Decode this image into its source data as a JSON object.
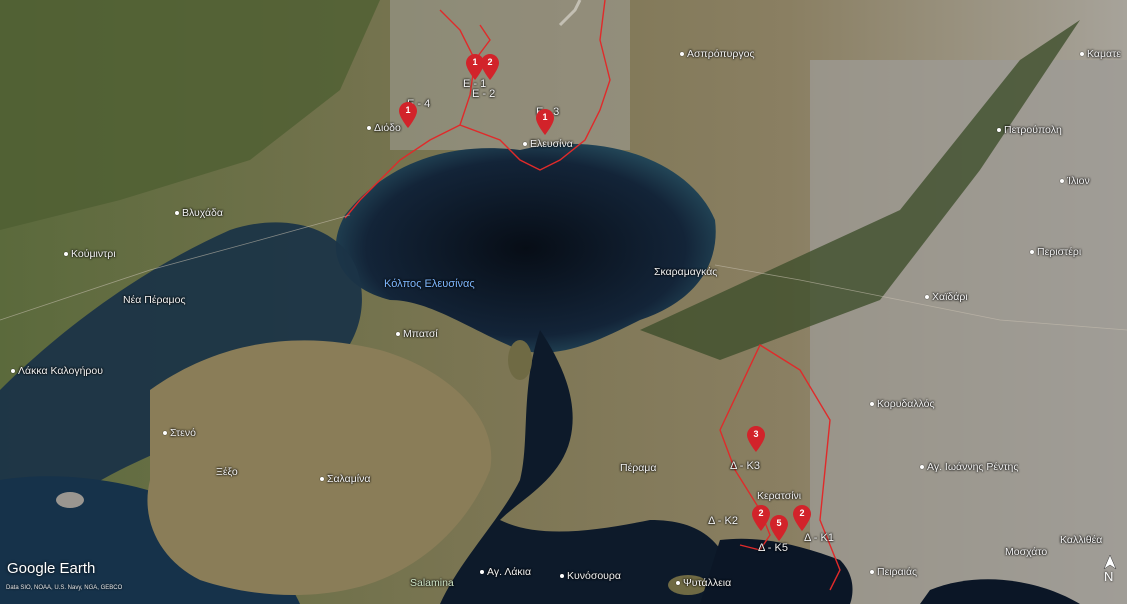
{
  "map": {
    "logo": "Google Earth",
    "attribution": "Data SIO, NOAA, U.S. Navy, NGA, GEBCO",
    "compass_label": "N",
    "gulf_label": "Κόλπος Ελευσίνας",
    "places": [
      {
        "name": "Ασπρόπυργος"
      },
      {
        "name": "Καματε"
      },
      {
        "name": "Πετρούπολη"
      },
      {
        "name": "Ίλιον"
      },
      {
        "name": "Διόδο"
      },
      {
        "name": "Ελευσίνα"
      },
      {
        "name": "Βλυχάδα"
      },
      {
        "name": "Κούμιντρι"
      },
      {
        "name": "Νέα Πέραμος"
      },
      {
        "name": "Σκαραμαγκάς"
      },
      {
        "name": "Περιστέρι"
      },
      {
        "name": "Χαϊδάρι"
      },
      {
        "name": "Μπατσί"
      },
      {
        "name": "Λάκκα Καλογήρου"
      },
      {
        "name": "Κορυδαλλός"
      },
      {
        "name": "Στενό"
      },
      {
        "name": "Ξέξο"
      },
      {
        "name": "Σαλαμίνα"
      },
      {
        "name": "Πέραμα"
      },
      {
        "name": "Κερατσίνι"
      },
      {
        "name": "Αγ. Ιωάννης Ρέντης"
      },
      {
        "name": "Καλλιθέα"
      },
      {
        "name": "Μοσχάτο"
      },
      {
        "name": "Πειραιάς"
      },
      {
        "name": "Αγ. Λάκια"
      },
      {
        "name": "Κυνόσουρα"
      },
      {
        "name": "Ψυτάλλεια"
      },
      {
        "name": "Salamina"
      }
    ],
    "markers": [
      {
        "label": "Ε - 1",
        "num": "1"
      },
      {
        "label": "Ε - 2",
        "num": "2"
      },
      {
        "label": "Ε - 3",
        "num": "1"
      },
      {
        "label": "Ε - 4",
        "num": "1"
      },
      {
        "label": "Δ - Κ3",
        "num": "3"
      },
      {
        "label": "Δ - Κ2",
        "num": "2"
      },
      {
        "label": "Δ - Κ5",
        "num": "5"
      },
      {
        "label": "Δ - Κ1",
        "num": "2"
      }
    ],
    "colors": {
      "boundary": "#e02a2a",
      "marker": "#d2232a",
      "water": "#0f1c2c"
    }
  }
}
